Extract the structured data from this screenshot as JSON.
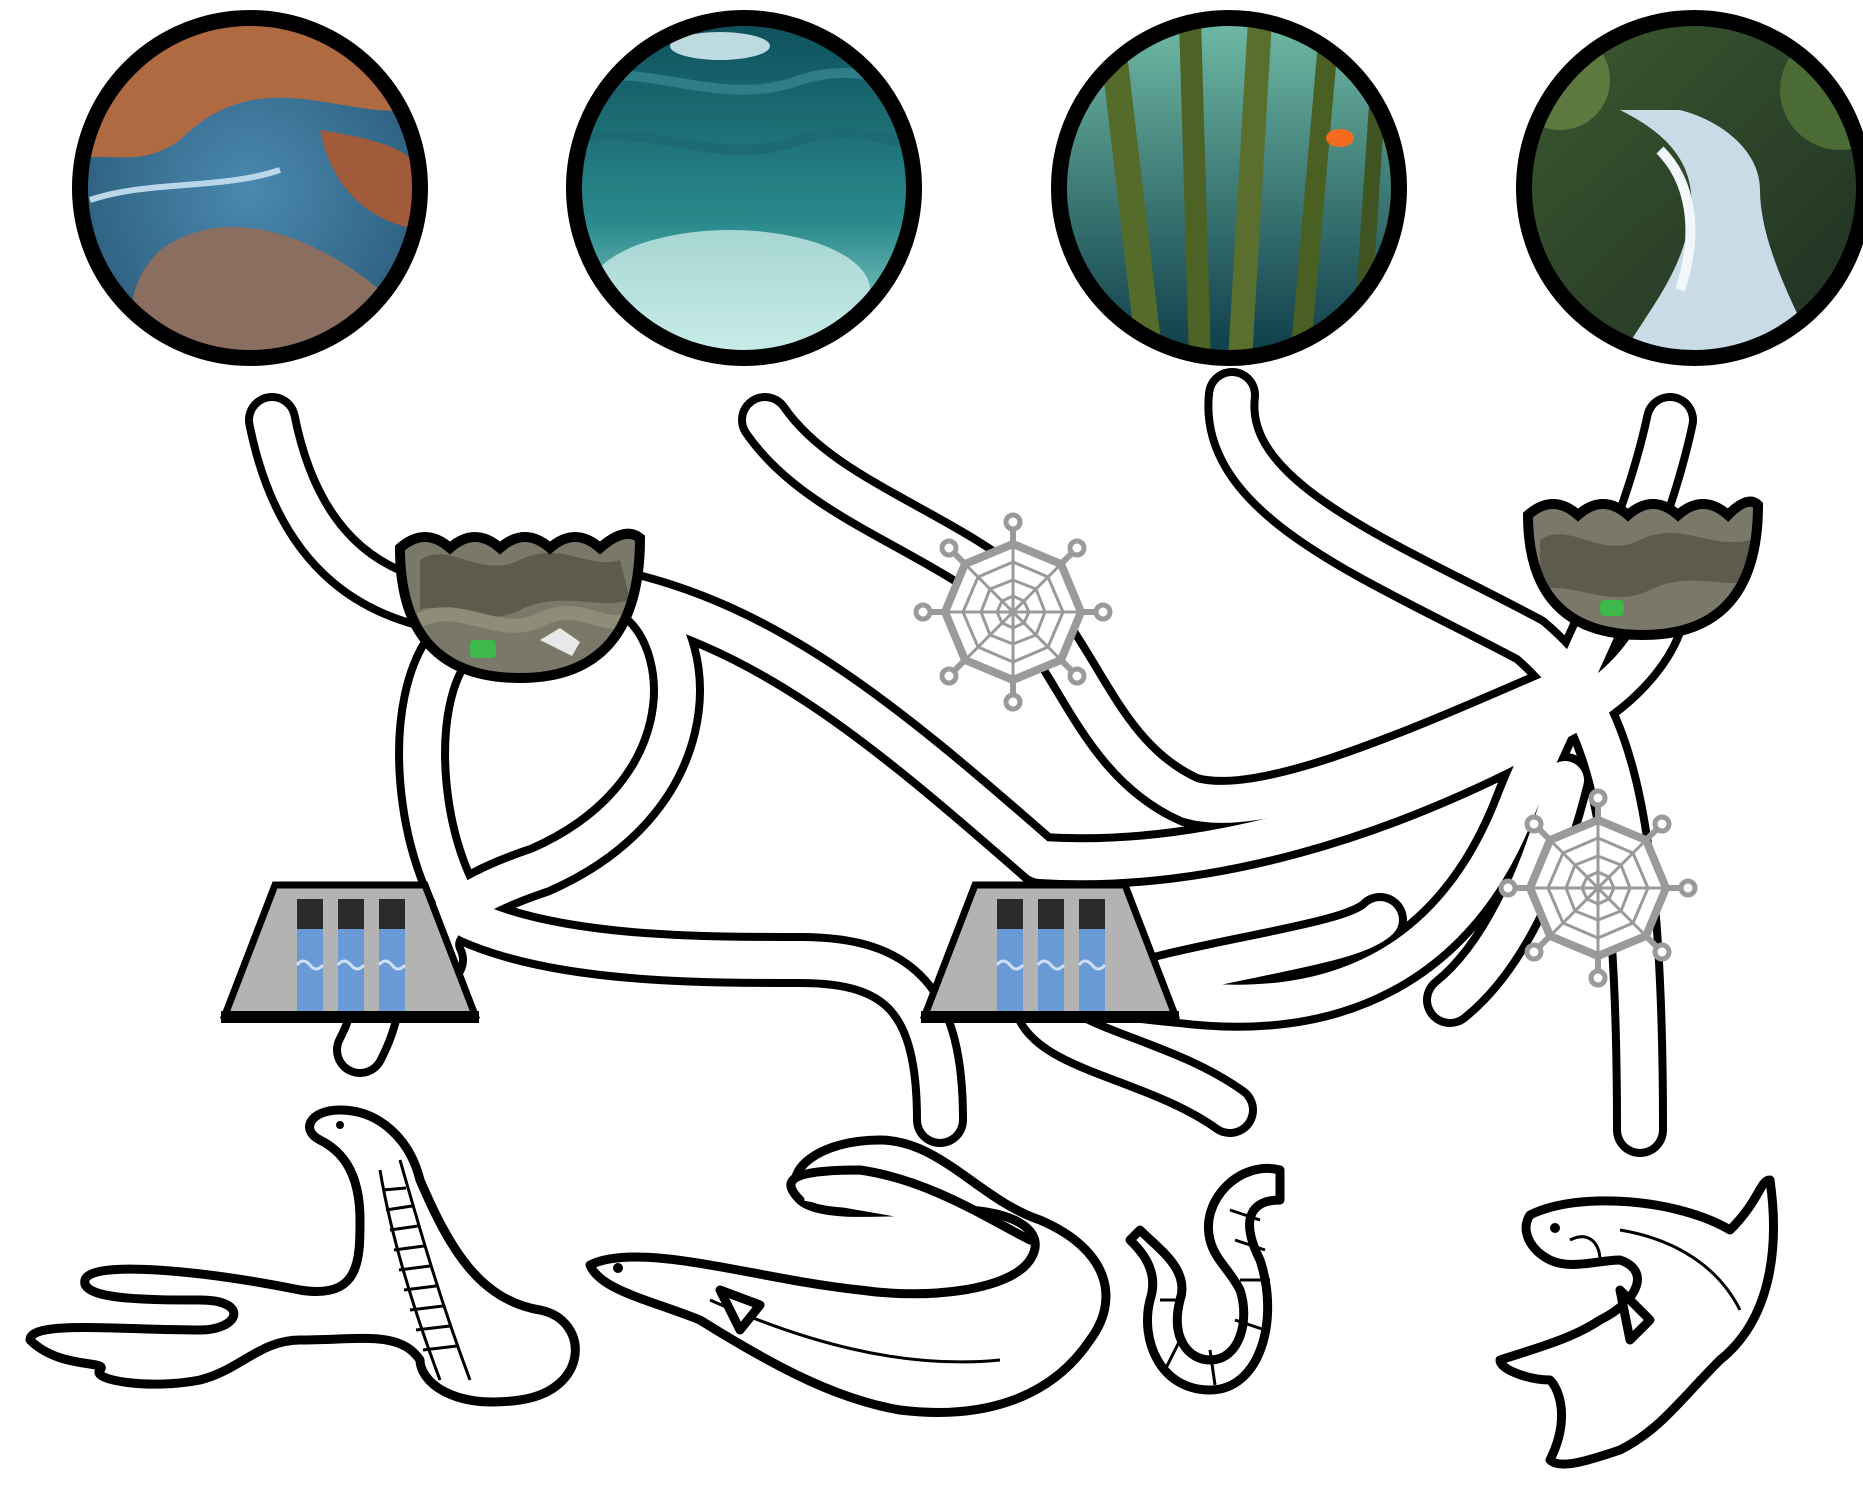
{
  "diagram": {
    "habitats": [
      {
        "id": "estuary",
        "icon": "estuary-photo"
      },
      {
        "id": "open-ocean",
        "icon": "ocean-water-photo"
      },
      {
        "id": "kelp-forest",
        "icon": "kelp-forest-photo"
      },
      {
        "id": "river",
        "icon": "forest-river-photo"
      }
    ],
    "obstacles": [
      {
        "type": "polluted-water",
        "icon": "polluted-water-icon"
      },
      {
        "type": "polluted-water",
        "icon": "polluted-water-icon"
      },
      {
        "type": "fishing-net",
        "icon": "spider-web-net-icon"
      },
      {
        "type": "fishing-net",
        "icon": "spider-web-net-icon"
      },
      {
        "type": "dam",
        "icon": "dam-icon"
      },
      {
        "type": "dam",
        "icon": "dam-icon"
      }
    ],
    "animals": [
      {
        "id": "cobra",
        "icon": "cobra-icon"
      },
      {
        "id": "eel",
        "icon": "eel-icon"
      },
      {
        "id": "worm",
        "icon": "worm-icon"
      },
      {
        "id": "salmon",
        "icon": "salmon-icon"
      }
    ],
    "colors": {
      "pipe_outline": "#000000",
      "pipe_fill": "#ffffff",
      "dam_concrete": "#b3b3b3",
      "dam_water": "#6a9ad6",
      "net": "#9a9a9a",
      "pollution": "#7a7868"
    }
  }
}
